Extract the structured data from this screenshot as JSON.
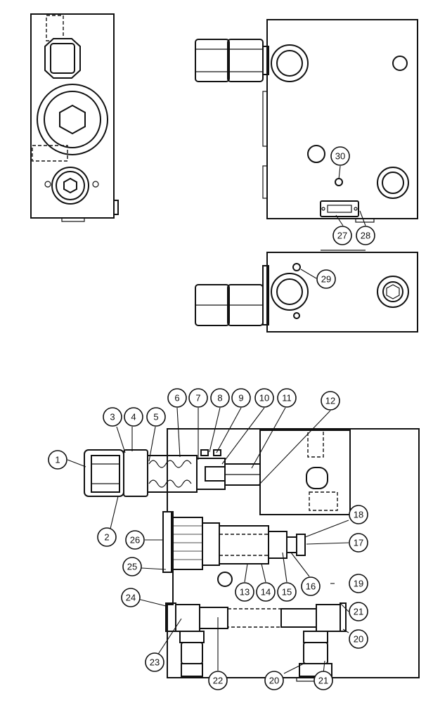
{
  "callouts": [
    "1",
    "2",
    "3",
    "4",
    "5",
    "6",
    "7",
    "8",
    "9",
    "10",
    "11",
    "12",
    "13",
    "14",
    "15",
    "16",
    "17",
    "18",
    "19",
    "20",
    "21",
    "22",
    "23",
    "24",
    "25",
    "26",
    "27",
    "28",
    "29",
    "30"
  ],
  "callouts_repeat": [
    "20",
    "21"
  ]
}
